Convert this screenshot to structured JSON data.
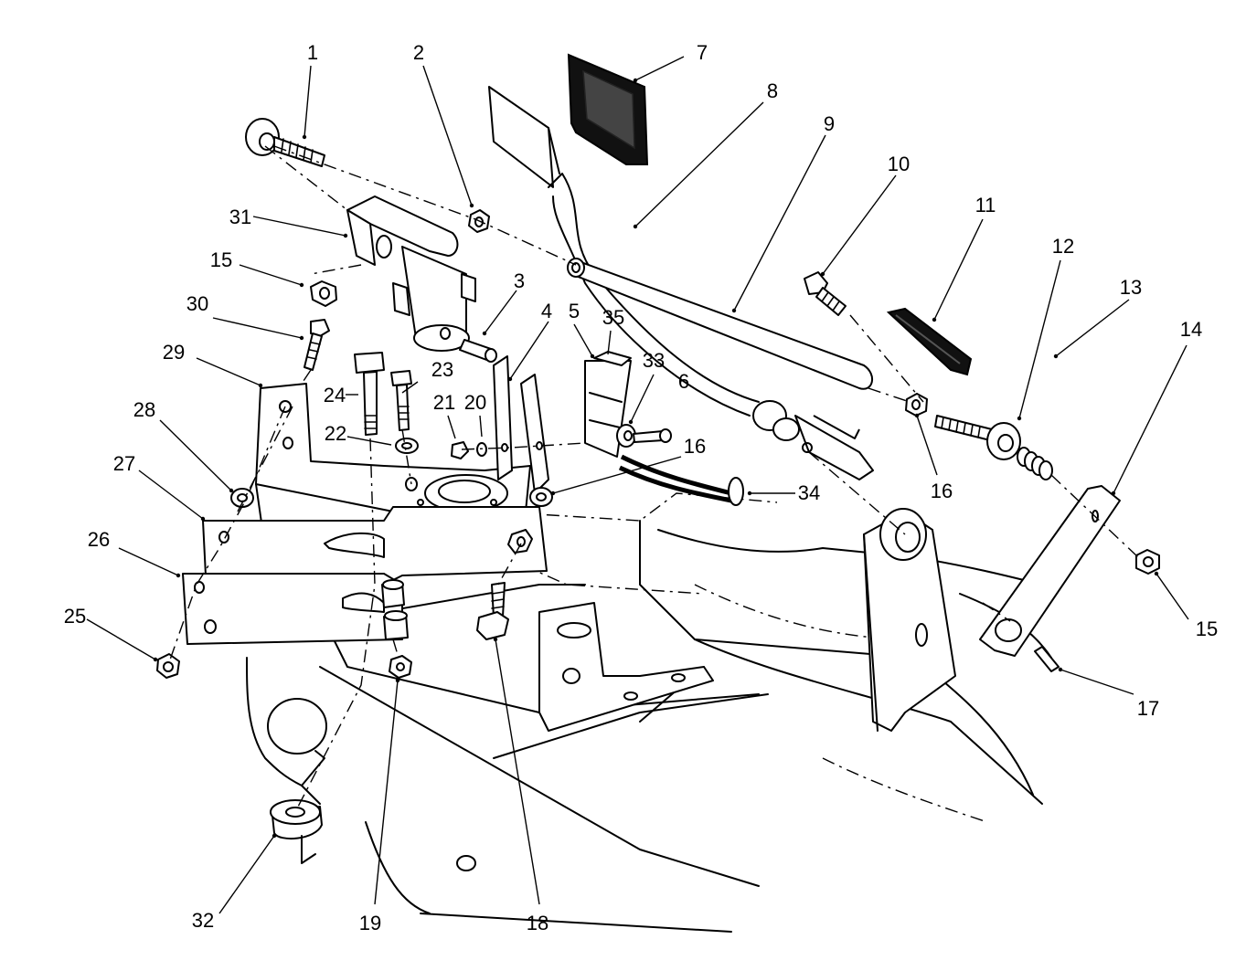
{
  "diagram": {
    "callouts": [
      "1",
      "2",
      "3",
      "4",
      "5",
      "6",
      "7",
      "8",
      "9",
      "10",
      "11",
      "12",
      "13",
      "14",
      "15",
      "15",
      "15",
      "16",
      "16",
      "16",
      "17",
      "18",
      "19",
      "20",
      "21",
      "22",
      "23",
      "24",
      "25",
      "26",
      "27",
      "28",
      "29",
      "30",
      "31",
      "32",
      "33",
      "34",
      "35"
    ]
  }
}
